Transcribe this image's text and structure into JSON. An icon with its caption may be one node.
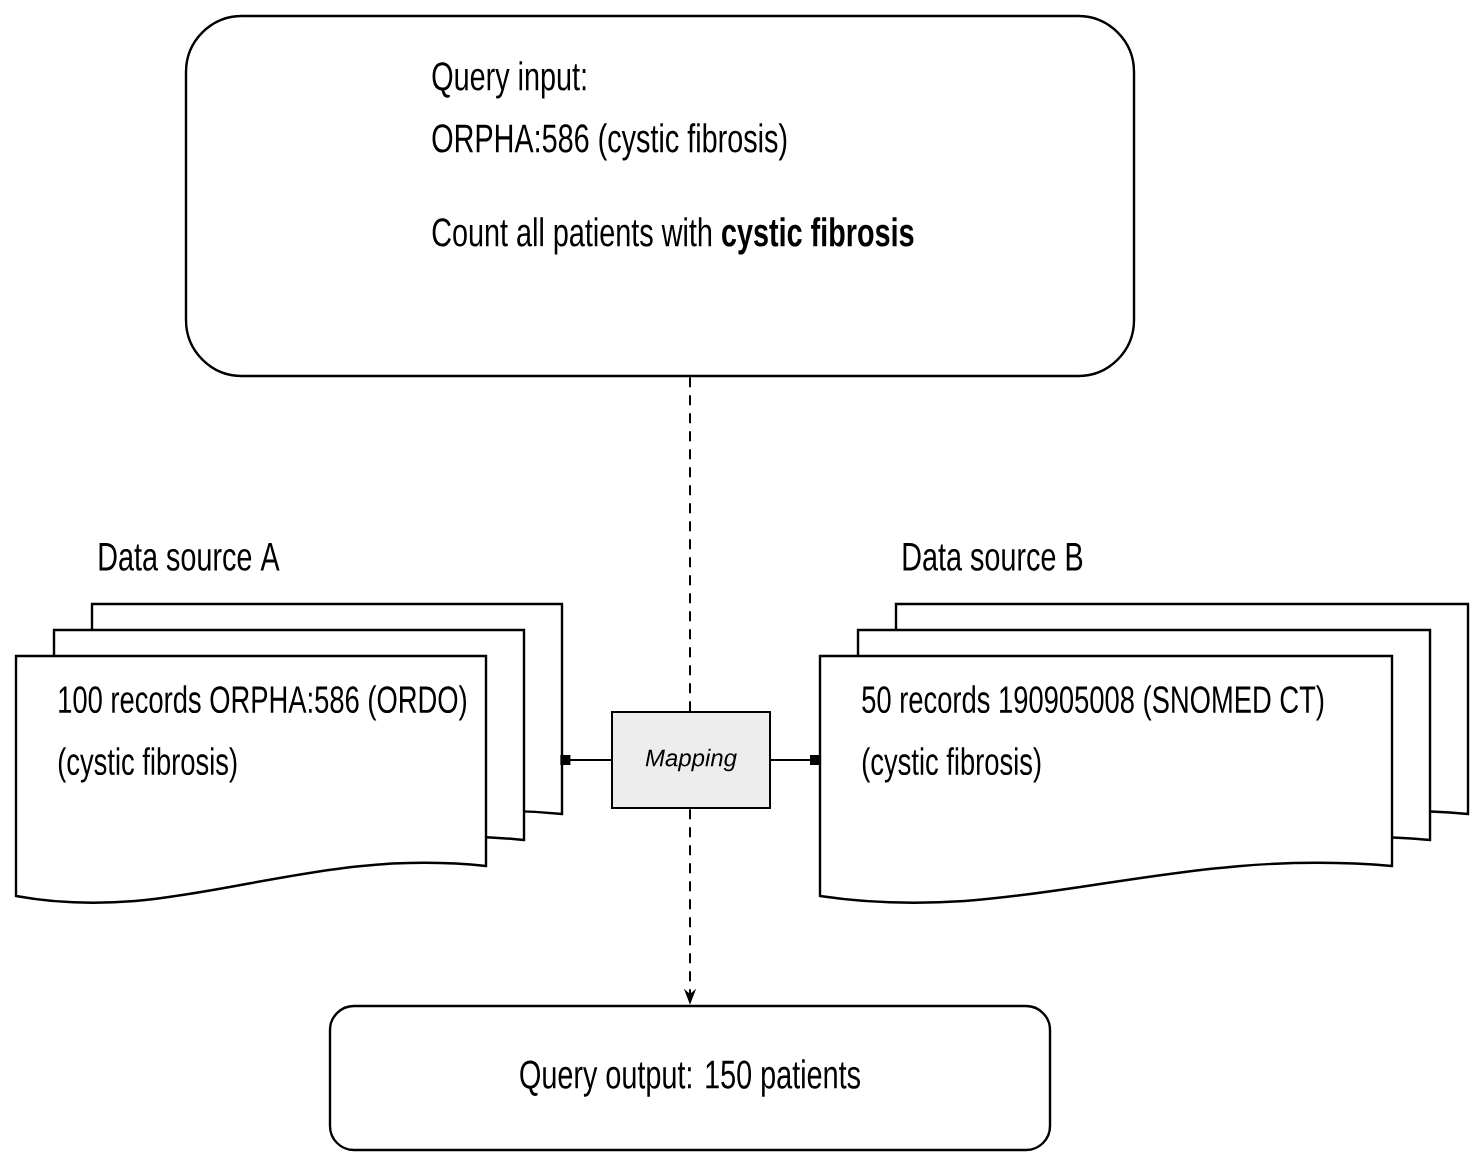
{
  "diagram": {
    "nodes": [
      {
        "text": [
          "Query input:",
          "ORPHA:586 (cystic fibrosis)",
          "Count all patients with **cystic fibrosis**"
        ]
      },
      {
        "text": [
          "Data source A",
          "100 records ORPHA:586 (ORDO) (cystic fibrosis)"
        ]
      },
      {
        "text": [
          "Mapping"
        ]
      },
      {
        "text": [
          "Data source B",
          "50 records 190905008 (SNOMED CT) (cystic fibrosis)"
        ]
      },
      {
        "text": [
          "Query output: 150 patients"
        ]
      }
    ],
    "edges": [
      {
        "from": 0,
        "to": 4,
        "arrow": "to",
        "style": "dashed"
      },
      {
        "from": 1,
        "to": 2,
        "arrow": "other"
      },
      {
        "from": 2,
        "to": 3,
        "arrow": "other"
      }
    ]
  }
}
